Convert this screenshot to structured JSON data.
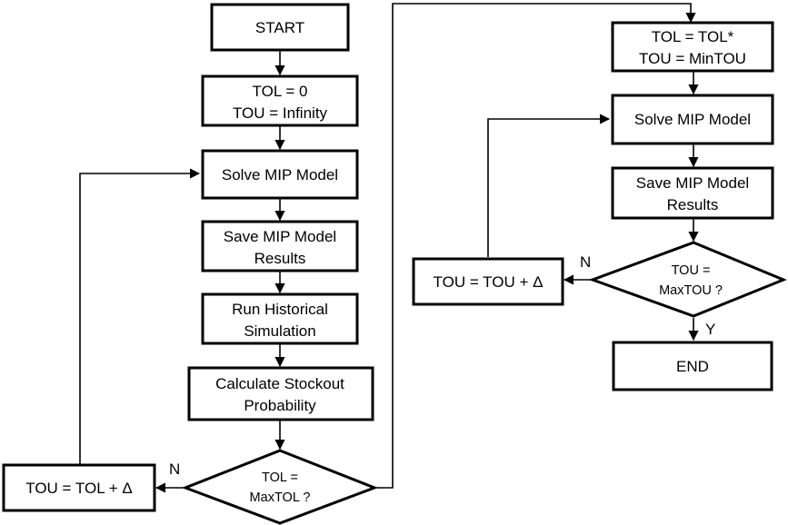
{
  "nodes": {
    "start": [
      "START"
    ],
    "init": [
      "TOL = 0",
      "TOU = Infinity"
    ],
    "solve_left": [
      "Solve MIP Model"
    ],
    "save_left": [
      "Save MIP Model",
      "Results"
    ],
    "sim": [
      "Run Historical",
      "Simulation"
    ],
    "calc": [
      "Calculate Stockout",
      "Probability"
    ],
    "dec_left": [
      "TOL =",
      "MaxTOL ?"
    ],
    "inc_left": [
      "TOU = TOL + Δ"
    ],
    "set": [
      "TOL = TOL*",
      "TOU = MinTOU"
    ],
    "solve_right": [
      "Solve MIP Model"
    ],
    "save_right": [
      "Save MIP Model",
      "Results"
    ],
    "dec_right": [
      "TOU =",
      "MaxTOU ?"
    ],
    "inc_right": [
      "TOU = TOU + Δ"
    ],
    "end": [
      "END"
    ]
  },
  "branch_labels": {
    "left_no": "N",
    "right_no": "N",
    "right_yes": "Y"
  }
}
